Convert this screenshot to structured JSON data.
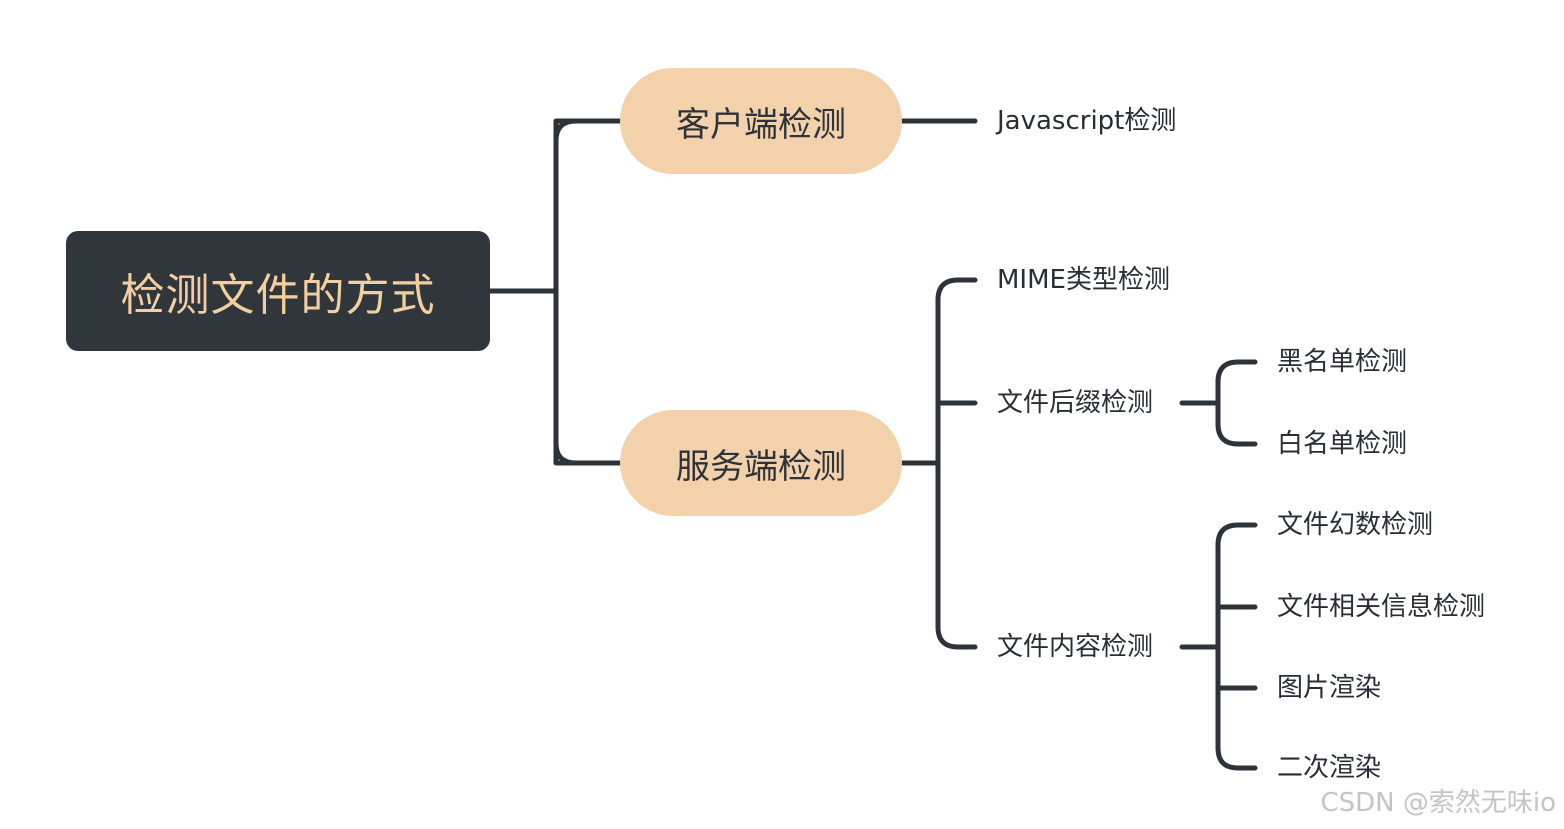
{
  "root": {
    "label": "检测文件的方式"
  },
  "branches": [
    {
      "label": "客户端检测",
      "children": [
        {
          "label": "Javascript检测"
        }
      ]
    },
    {
      "label": "服务端检测",
      "children": [
        {
          "label": "MIME类型检测"
        },
        {
          "label": "文件后缀检测",
          "children": [
            {
              "label": "黑名单检测"
            },
            {
              "label": "白名单检测"
            }
          ]
        },
        {
          "label": "文件内容检测",
          "children": [
            {
              "label": "文件幻数检测"
            },
            {
              "label": "文件相关信息检测"
            },
            {
              "label": "图片渲染"
            },
            {
              "label": "二次渲染"
            }
          ]
        }
      ]
    }
  ],
  "watermark": "CSDN @索然无味io",
  "colors": {
    "root_bg": "#31363d",
    "root_text": "#f3cf9f",
    "branch_bg": "#f2d1ab",
    "line": "#2e333a"
  }
}
